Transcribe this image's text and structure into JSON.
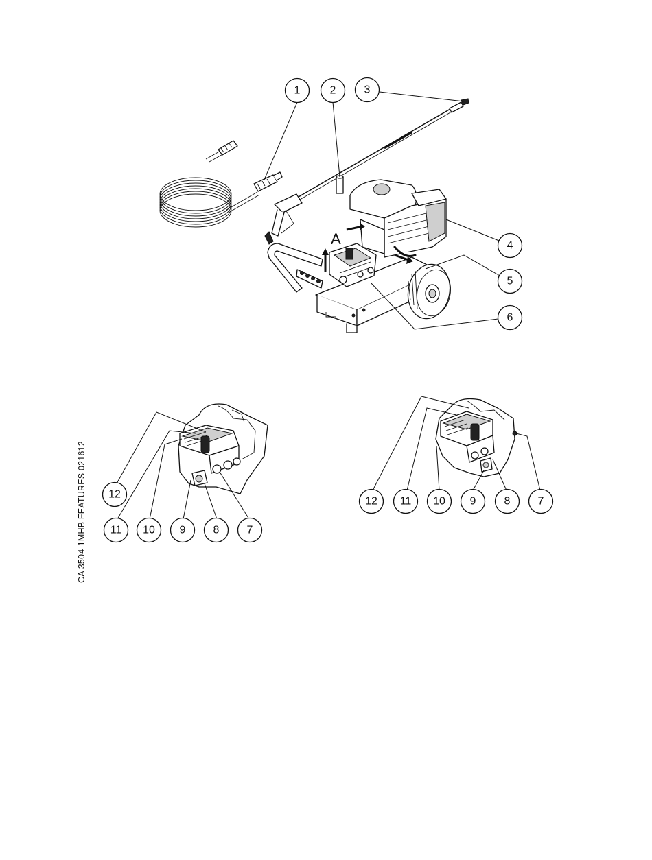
{
  "view_letter": "A",
  "caption": "CA 3504-1MHB FEATURES 021612",
  "callouts": {
    "main": [
      "1",
      "2",
      "3",
      "4",
      "5",
      "6"
    ],
    "left_pump": [
      "12",
      "11",
      "10",
      "9",
      "8",
      "7"
    ],
    "right_pump": [
      "12",
      "11",
      "10",
      "9",
      "8",
      "7"
    ]
  }
}
